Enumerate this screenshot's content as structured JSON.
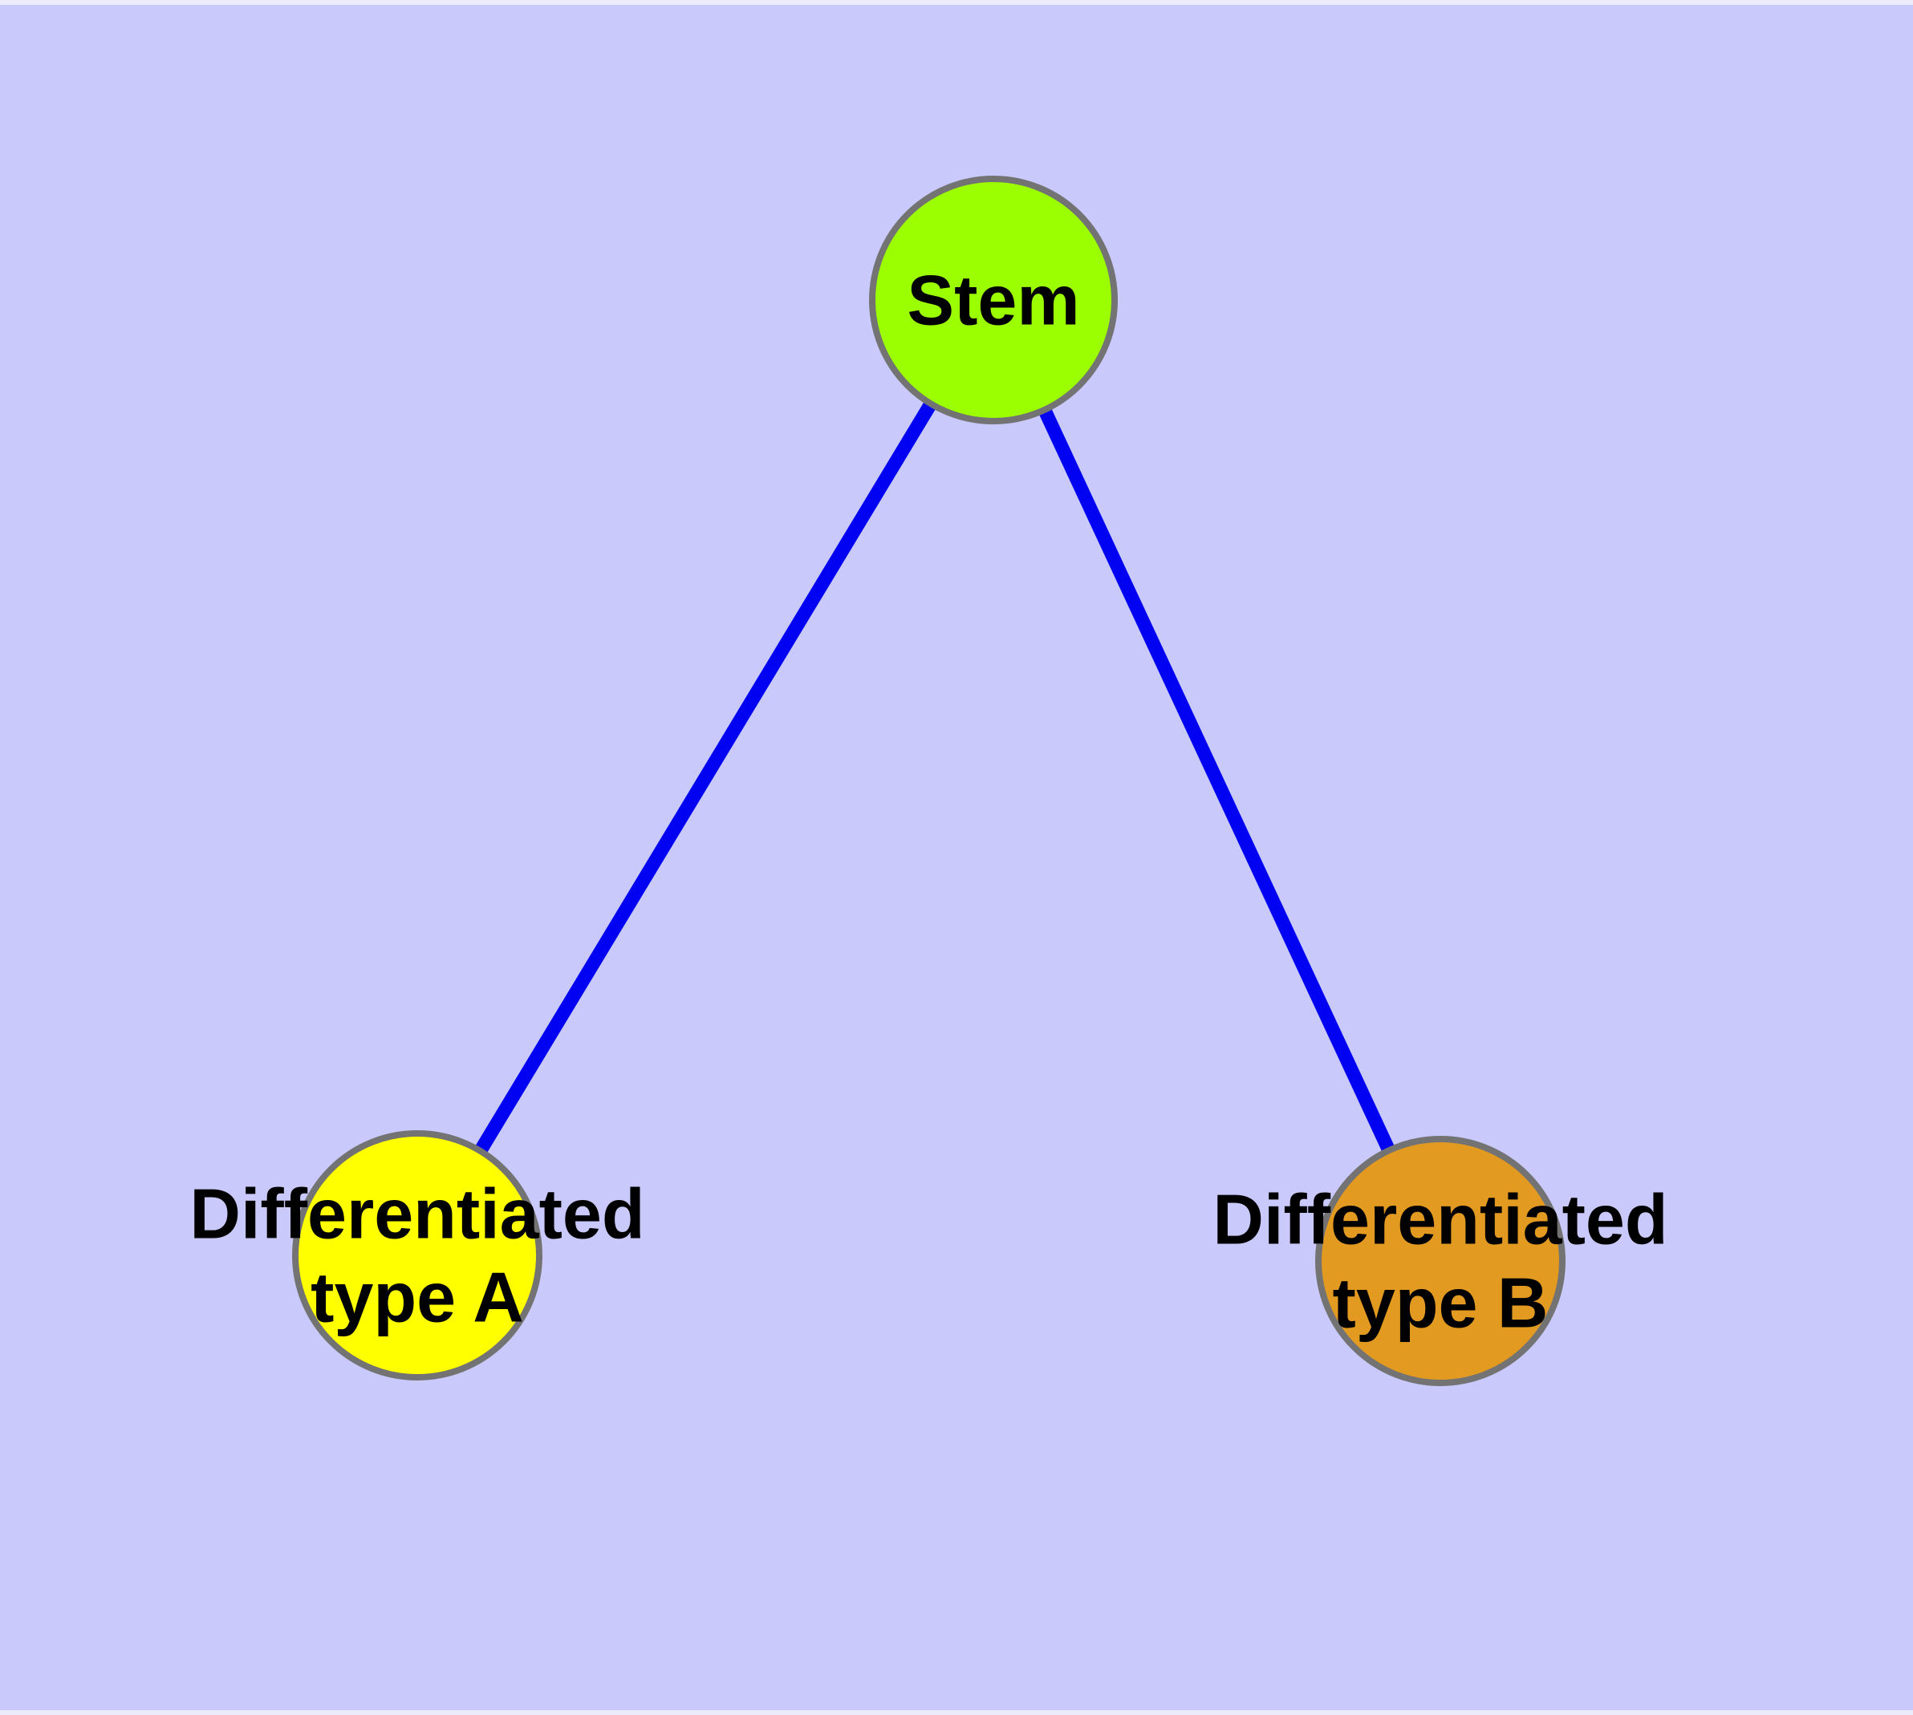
{
  "diagram": {
    "type": "node-link-graph",
    "description": "Stem cell differentiation graph: one stem node connected to two differentiated cell type nodes",
    "background_color": "#c9c9fb",
    "margin_strip_color": "#ebebfc",
    "edge_color": "#0202f2",
    "edge_width": 17,
    "node_border_color": "#737373",
    "node_border_width": 8,
    "text_color": "#000000",
    "nodes": {
      "stem": {
        "label": "Stem",
        "fill": "#9bfe01"
      },
      "type_a": {
        "label_line1": "Differentiated",
        "label_line2": "type A",
        "fill": "#ffff00"
      },
      "type_b": {
        "label_line1": "Differentiated",
        "label_line2": "type B",
        "fill": "#e39a20"
      }
    },
    "edges": [
      {
        "from": "Stem",
        "to": "Differentiated type A"
      },
      {
        "from": "Stem",
        "to": "Differentiated type B"
      }
    ]
  }
}
